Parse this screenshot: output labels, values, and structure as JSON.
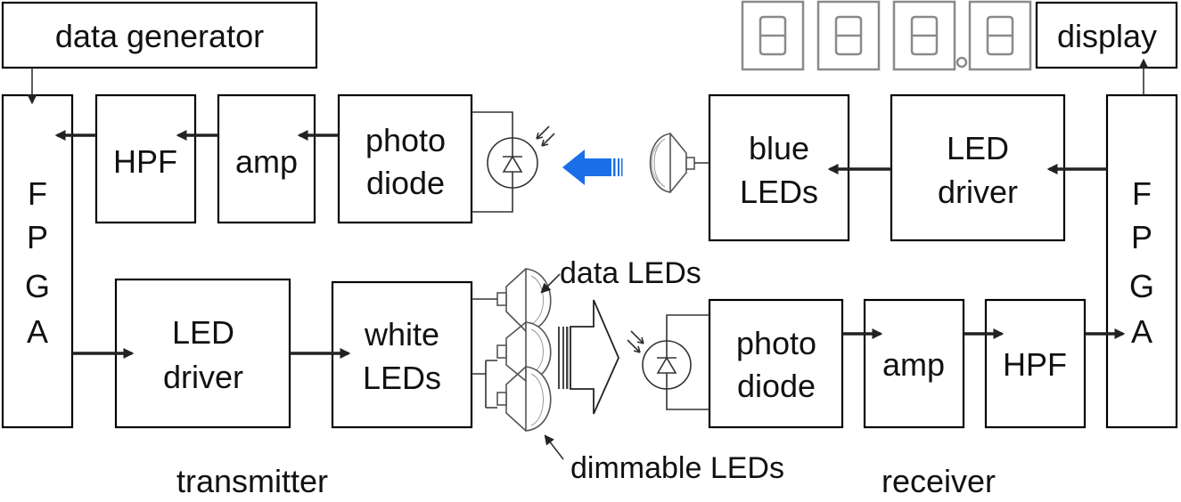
{
  "blocks": {
    "data_generator": "data generator",
    "display": "display",
    "fpga_left": [
      "F",
      "P",
      "G",
      "A"
    ],
    "fpga_right": [
      "F",
      "P",
      "G",
      "A"
    ],
    "hpf_top": "HPF",
    "amp_top": "amp",
    "photodiode_top": [
      "photo",
      "diode"
    ],
    "blue_leds": [
      "blue",
      "LEDs"
    ],
    "led_driver_top": [
      "LED",
      "driver"
    ],
    "led_driver_bottom": [
      "LED",
      "driver"
    ],
    "white_leds": [
      "white",
      "LEDs"
    ],
    "photodiode_bottom": [
      "photo",
      "diode"
    ],
    "amp_bottom": "amp",
    "hpf_bottom": "HPF"
  },
  "annotations": {
    "data_leds": "data LEDs",
    "dimmable_leds": "dimmable LEDs"
  },
  "sections": {
    "transmitter": "transmitter",
    "receiver": "receiver"
  },
  "seven_segment": {
    "digits": [
      "8",
      "8",
      "8",
      "8"
    ],
    "decimal_point_after": 3
  },
  "colors": {
    "uplink_arrow": "#1a6fe8",
    "segment_display": "#8a8a8a",
    "lines": "#222222"
  }
}
